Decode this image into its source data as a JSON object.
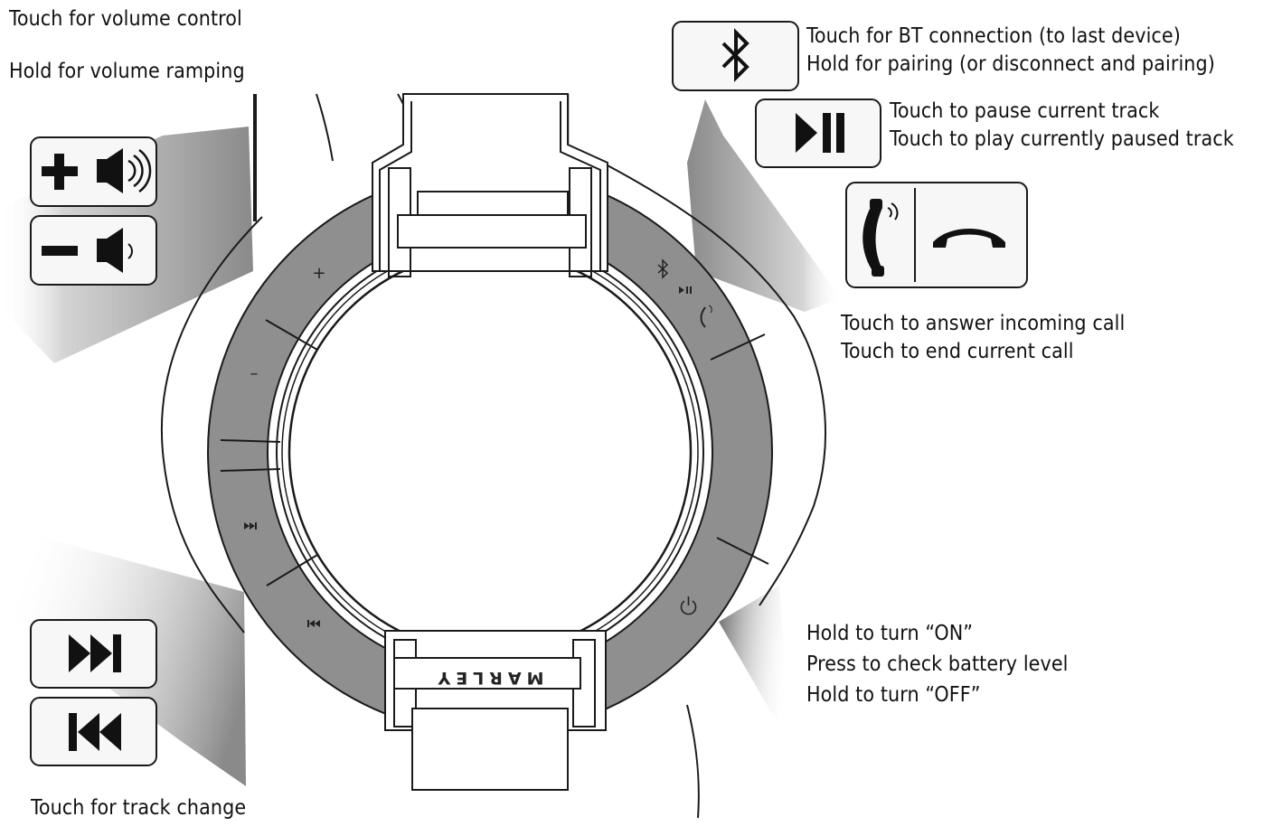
{
  "volume": {
    "touch_label": "Touch for volume control",
    "hold_label": "Hold for volume ramping",
    "plus_icon": "plus-icon",
    "minus_icon": "minus-icon",
    "ring_plus": "+",
    "ring_minus": "–"
  },
  "bluetooth": {
    "line1": "Touch for BT connection (to last device)",
    "line2": "Hold for pairing (or disconnect and pairing)"
  },
  "play_pause": {
    "line1": "Touch to pause current track",
    "line2": "Touch to play currently paused track"
  },
  "call": {
    "line1": "Touch to answer incoming call",
    "line2": "Touch to end current call"
  },
  "power": {
    "line1": "Hold to turn “ON”",
    "line2": "Press to check battery level",
    "line3": "Hold to turn “OFF”"
  },
  "track": {
    "label": "Touch for track change"
  },
  "brand": {
    "text": "MARLEY"
  },
  "colors": {
    "ring": "#8f8f8f",
    "stroke": "#1a1a1a",
    "button_bg": "#f7f7f7",
    "shadow": "#9a9a9a"
  }
}
